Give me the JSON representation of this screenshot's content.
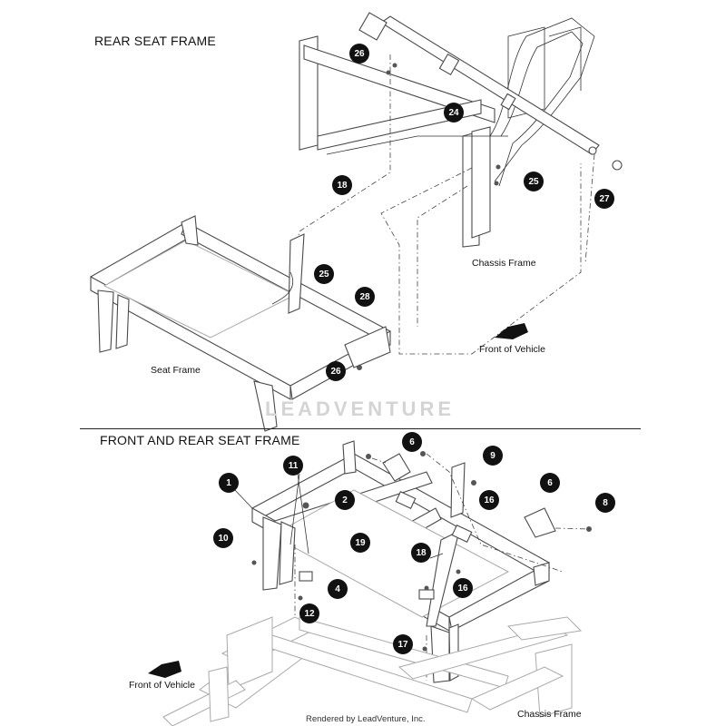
{
  "sections": {
    "rear_title": "REAR SEAT FRAME",
    "front_rear_title": "FRONT AND REAR SEAT FRAME"
  },
  "labels": {
    "chassis_frame_top": "Chassis Frame",
    "front_of_vehicle_top": "Front of Vehicle",
    "seat_frame": "Seat Frame",
    "front_of_vehicle_bottom": "Front of Vehicle",
    "chassis_frame_bottom": "Chassis Frame"
  },
  "callouts_top": [
    "26",
    "24",
    "25",
    "27",
    "18",
    "25",
    "28",
    "26"
  ],
  "callouts_bottom": [
    "6",
    "9",
    "11",
    "1",
    "2",
    "16",
    "6",
    "8",
    "19",
    "10",
    "18",
    "16",
    "4",
    "12",
    "17"
  ],
  "watermark": "LEADVENTURE",
  "credit": "Rendered by LeadVenture, Inc."
}
